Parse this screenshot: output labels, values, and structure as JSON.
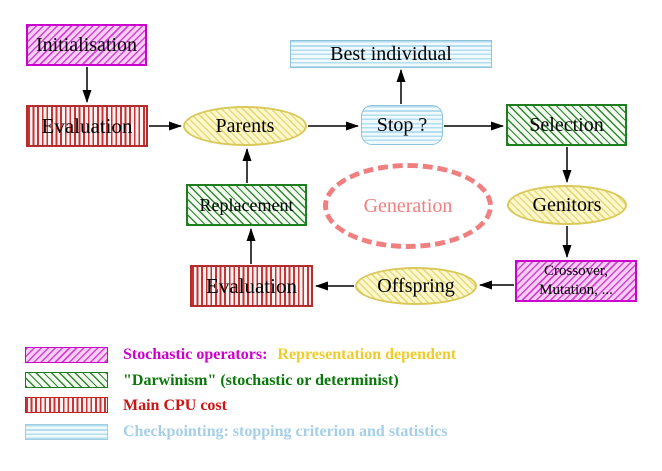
{
  "diagram": {
    "nodes": {
      "initialisation": "Initialisation",
      "evaluation_top": "Evaluation",
      "parents": "Parents",
      "stop": "Stop ?",
      "best_individual": "Best individual",
      "selection": "Selection",
      "genitors": "Genitors",
      "replacement": "Replacement",
      "generation": "Generation",
      "offspring": "Offspring",
      "evaluation_bottom": "Evaluation",
      "crossover_line1": "Crossover,",
      "crossover_line2": "Mutation, ..."
    },
    "connections": [
      "initialisation -> evaluation",
      "evaluation -> parents",
      "parents -> stop",
      "stop -> best_individual",
      "stop -> selection",
      "selection -> genitors",
      "genitors -> crossover_mutation",
      "crossover_mutation -> offspring",
      "offspring -> evaluation_bottom",
      "evaluation_bottom -> replacement",
      "replacement -> parents"
    ],
    "legend": {
      "rows": [
        {
          "swatch": "magenta-diagonal-hatch",
          "label": "Stochastic operators:",
          "label_secondary": "Representation dependent"
        },
        {
          "swatch": "green-diagonal-hatch",
          "label": "\"Darwinism\" (stochastic or determinist)"
        },
        {
          "swatch": "red-vertical-stripes",
          "label": "Main CPU cost"
        },
        {
          "swatch": "cyan-horizontal-stripes",
          "label": "Checkpointing: stopping criterion and statistics"
        }
      ]
    },
    "colors": {
      "magenta": "#cc00cc",
      "green": "#1e7d1e",
      "red": "#c22222",
      "cyan": "#9fcfe6",
      "yellow_ellipse_border": "#d9c85a",
      "legend_gold_text": "#eecd2a",
      "generation_coral": "#f08080",
      "arrow_black": "#000000"
    }
  }
}
